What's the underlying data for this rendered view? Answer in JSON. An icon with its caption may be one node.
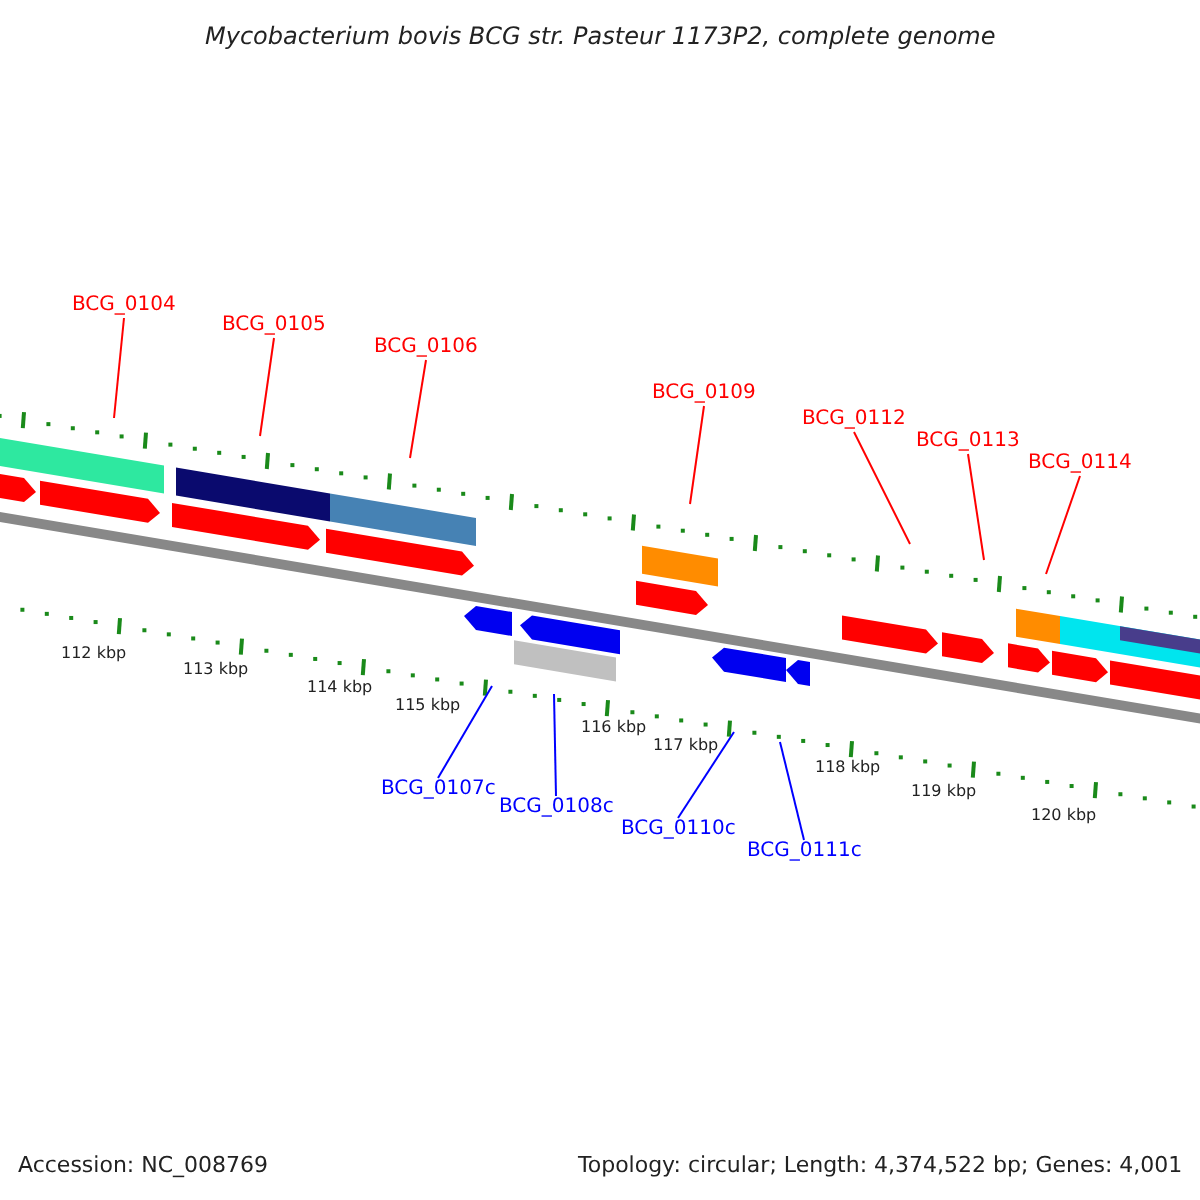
{
  "diagram": {
    "title": "Mycobacterium bovis BCG str. Pasteur 1173P2, complete genome",
    "nodes": [
      {
        "text": [
          "BCG_0104"
        ]
      },
      {
        "text": [
          "BCG_0105"
        ]
      },
      {
        "text": [
          "BCG_0106"
        ]
      },
      {
        "text": [
          "BCG_0109"
        ]
      },
      {
        "text": [
          "BCG_0112"
        ]
      },
      {
        "text": [
          "BCG_0113"
        ]
      },
      {
        "text": [
          "BCG_0114"
        ]
      },
      {
        "text": [
          "BCG_0107c"
        ]
      },
      {
        "text": [
          "BCG_0108c"
        ]
      },
      {
        "text": [
          "BCG_0110c"
        ]
      },
      {
        "text": [
          "BCG_0111c"
        ]
      }
    ],
    "edges": [
      {
        "from": 0,
        "to": null,
        "arrow": "none"
      },
      {
        "from": 1,
        "to": null,
        "arrow": "none"
      },
      {
        "from": 2,
        "to": null,
        "arrow": "none"
      },
      {
        "from": 3,
        "to": null,
        "arrow": "none"
      },
      {
        "from": 4,
        "to": null,
        "arrow": "none"
      },
      {
        "from": 5,
        "to": null,
        "arrow": "none"
      },
      {
        "from": 6,
        "to": null,
        "arrow": "none"
      },
      {
        "from": 7,
        "to": null,
        "arrow": "none",
        "color": "#0000ff"
      },
      {
        "from": 8,
        "to": null,
        "arrow": "none",
        "color": "#0000ff"
      },
      {
        "from": 9,
        "to": null,
        "arrow": "none",
        "color": "#0000ff"
      },
      {
        "from": 10,
        "to": null,
        "arrow": "none",
        "color": "#0000ff"
      }
    ],
    "labels": [
      "112 kbp",
      "113 kbp",
      "114 kbp",
      "115 kbp",
      "116 kbp",
      "117 kbp",
      "118 kbp",
      "119 kbp",
      "120 kbp",
      "Accession: NC_008769",
      "Topology: circular; Length: 4,374,522 bp; Genes: 4,001"
    ]
  }
}
